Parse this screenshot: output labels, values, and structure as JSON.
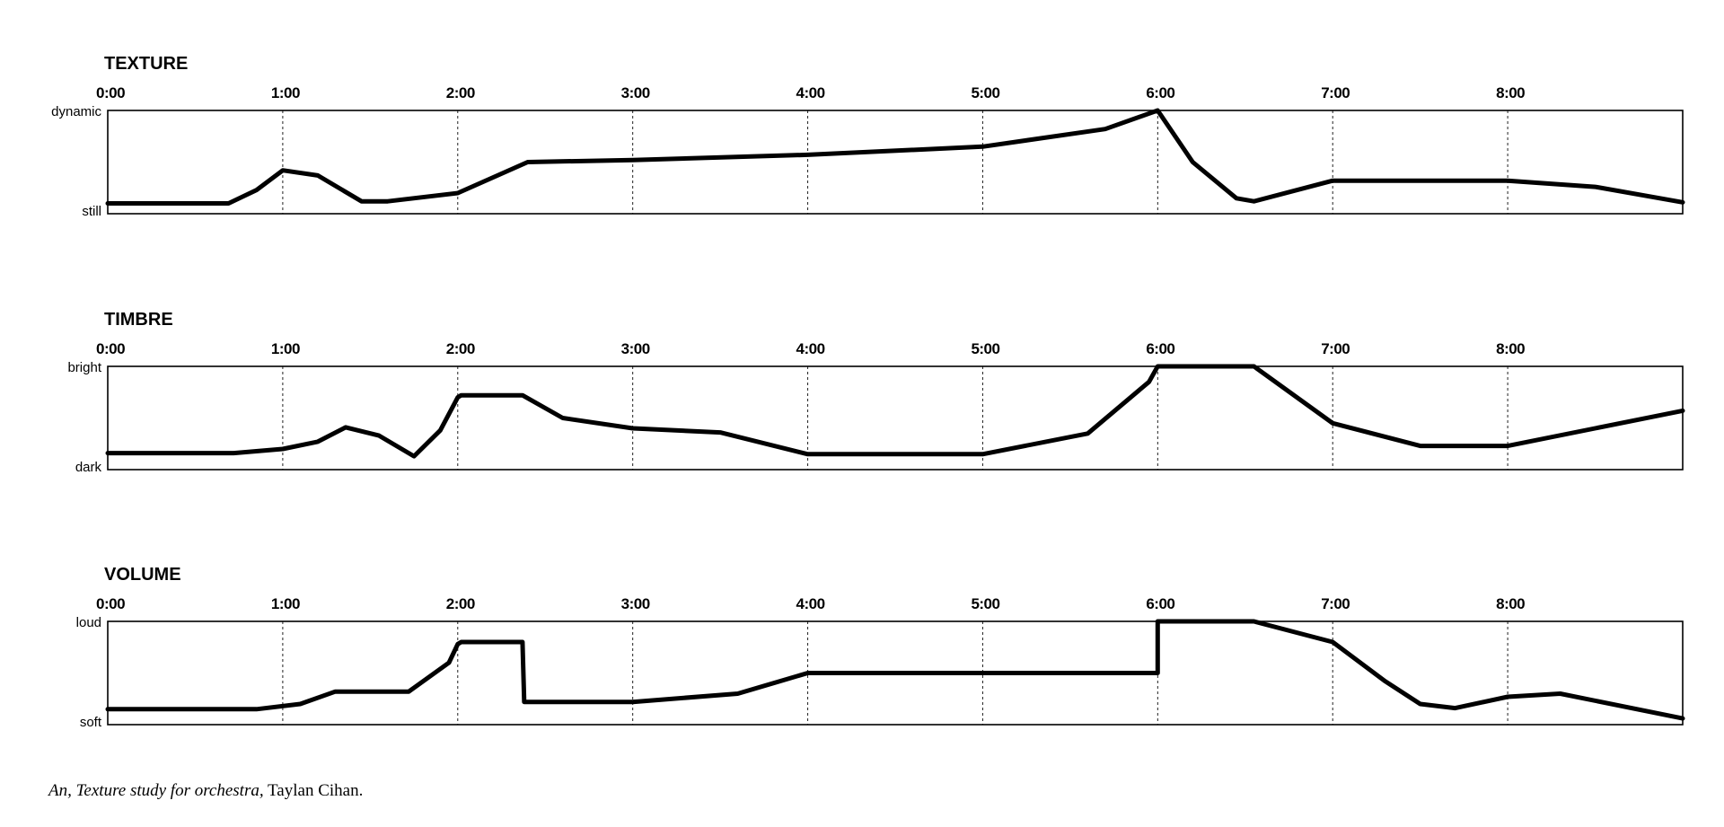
{
  "caption": {
    "work": "An, Texture study for orchestra,",
    "author": "Taylan Cihan."
  },
  "chart_data": [
    {
      "type": "line",
      "title": "TEXTURE",
      "x_ticks": [
        "0:00",
        "1:00",
        "2:00",
        "3:00",
        "4:00",
        "5:00",
        "6:00",
        "7:00",
        "8:00"
      ],
      "xlim": [
        0,
        9
      ],
      "y_top_label": "dynamic",
      "y_bottom_label": "still",
      "ylim": [
        0,
        1
      ],
      "grid": "vertical-dashed",
      "line_color": "#000000",
      "x": [
        0,
        0.3,
        0.69,
        0.85,
        1.0,
        1.2,
        1.45,
        1.6,
        2.0,
        2.4,
        3.0,
        4.0,
        5.0,
        5.7,
        6.0,
        6.2,
        6.45,
        6.55,
        7.0,
        8.0,
        8.5,
        9.0
      ],
      "y": [
        0.1,
        0.1,
        0.1,
        0.23,
        0.42,
        0.37,
        0.12,
        0.12,
        0.2,
        0.5,
        0.52,
        0.57,
        0.65,
        0.82,
        1.0,
        0.5,
        0.15,
        0.12,
        0.32,
        0.32,
        0.26,
        0.11
      ]
    },
    {
      "type": "line",
      "title": "TIMBRE",
      "x_ticks": [
        "0:00",
        "1:00",
        "2:00",
        "3:00",
        "4:00",
        "5:00",
        "6:00",
        "7:00",
        "8:00"
      ],
      "xlim": [
        0,
        9
      ],
      "y_top_label": "bright",
      "y_bottom_label": "dark",
      "ylim": [
        0,
        1
      ],
      "grid": "vertical-dashed",
      "line_color": "#000000",
      "x": [
        0,
        0.5,
        0.72,
        1.0,
        1.2,
        1.36,
        1.55,
        1.75,
        1.9,
        2.0,
        2.02,
        2.37,
        2.6,
        3.0,
        3.5,
        4.0,
        4.5,
        5.0,
        5.6,
        5.95,
        6.0,
        6.2,
        6.55,
        7.0,
        7.5,
        8.0,
        9.0
      ],
      "y": [
        0.16,
        0.16,
        0.16,
        0.2,
        0.27,
        0.41,
        0.33,
        0.13,
        0.38,
        0.7,
        0.72,
        0.72,
        0.5,
        0.4,
        0.36,
        0.15,
        0.15,
        0.15,
        0.35,
        0.85,
        1.0,
        1.0,
        1.0,
        0.45,
        0.23,
        0.23,
        0.57
      ]
    },
    {
      "type": "line",
      "title": "VOLUME",
      "x_ticks": [
        "0:00",
        "1:00",
        "2:00",
        "3:00",
        "4:00",
        "5:00",
        "6:00",
        "7:00",
        "8:00"
      ],
      "xlim": [
        0,
        9
      ],
      "y_top_label": "loud",
      "y_bottom_label": "soft",
      "ylim": [
        0,
        1
      ],
      "grid": "vertical-dashed",
      "line_color": "#000000",
      "x": [
        0,
        0.5,
        0.85,
        1.1,
        1.3,
        1.5,
        1.72,
        1.95,
        2.0,
        2.02,
        2.37,
        2.38,
        3.0,
        3.6,
        4.0,
        5.0,
        6.0,
        6.0,
        6.55,
        7.0,
        7.3,
        7.5,
        7.7,
        8.0,
        8.3,
        9.0
      ],
      "y": [
        0.15,
        0.15,
        0.15,
        0.2,
        0.32,
        0.32,
        0.32,
        0.6,
        0.78,
        0.8,
        0.8,
        0.22,
        0.22,
        0.3,
        0.5,
        0.5,
        0.5,
        1.0,
        1.0,
        0.8,
        0.42,
        0.2,
        0.16,
        0.27,
        0.3,
        0.06
      ]
    }
  ]
}
